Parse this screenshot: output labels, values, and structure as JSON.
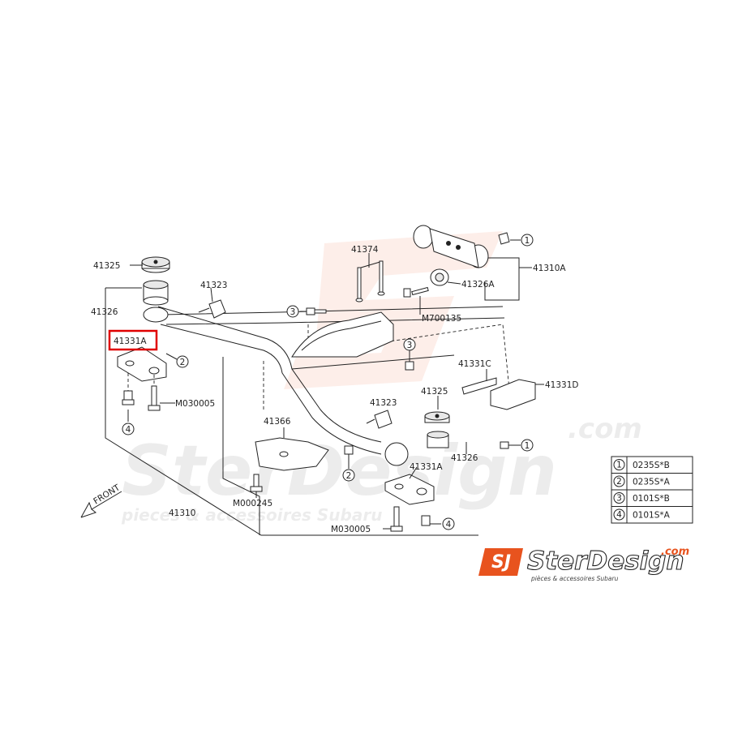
{
  "parts": {
    "p41325_left": "41325",
    "p41326_left": "41326",
    "p41323_left": "41323",
    "p41331A_left": "41331A",
    "pM030005_left": "M030005",
    "p41310": "41310",
    "p41374": "41374",
    "pM700135": "M700135",
    "p41326A": "41326A",
    "p41310A": "41310A",
    "p41323_mid": "41323",
    "p41366": "41366",
    "pM000245": "M000245",
    "p41325_right": "41325",
    "p41326_right": "41326",
    "p41331A_right": "41331A",
    "pM030005_right": "M030005",
    "p41331C": "41331C",
    "p41331D": "41331D"
  },
  "circled_refs": {
    "c1_a": "1",
    "c1_b": "1",
    "c2_a": "2",
    "c2_b": "2",
    "c3_a": "3",
    "c3_b": "3",
    "c4_a": "4",
    "c4_b": "4"
  },
  "front_label": "FRONT",
  "legend": [
    {
      "num": "1",
      "code": "0235S*B"
    },
    {
      "num": "2",
      "code": "0235S*A"
    },
    {
      "num": "3",
      "code": "0101S*B"
    },
    {
      "num": "4",
      "code": "0101S*A"
    }
  ],
  "highlight": {
    "color": "#e00000",
    "part": "41331A"
  },
  "watermark": {
    "brand": "SterDesign",
    "domain": ".com",
    "tagline": "pieces & accessoires Subaru"
  },
  "logo": {
    "badge": "SJ",
    "brand": "SterDesign",
    "domain": ".com",
    "tagline": "pièces & accessoires Subaru",
    "accent": "#e8531e"
  }
}
